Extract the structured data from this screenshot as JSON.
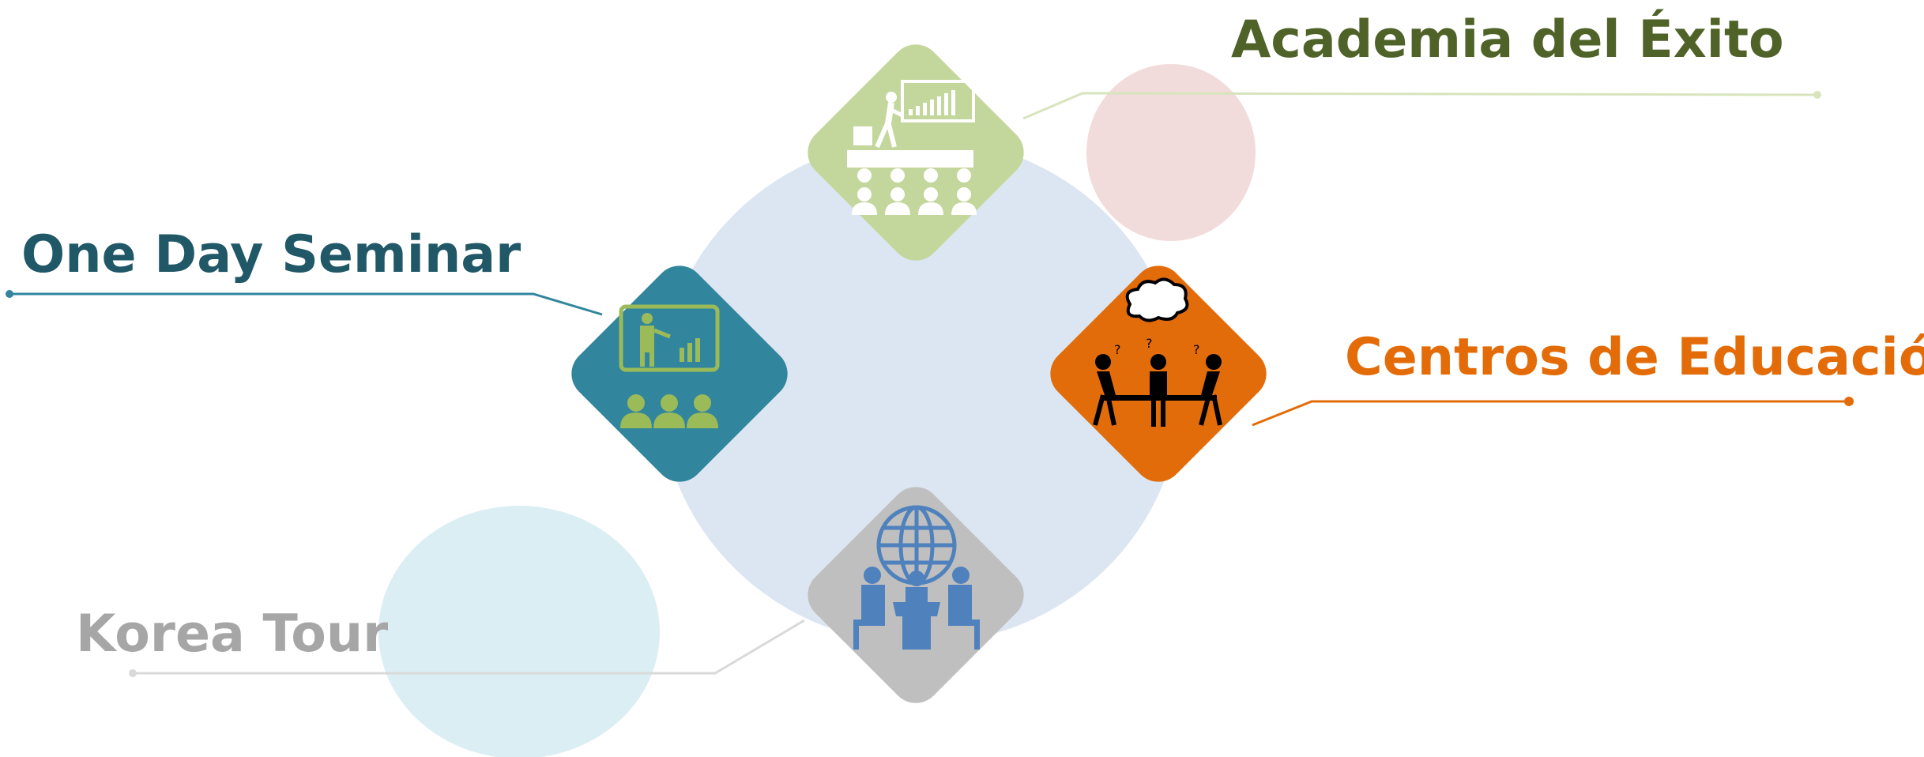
{
  "labels": {
    "academia": "Academia del Éxito",
    "seminar": "One Day Seminar",
    "centros": "Centros de Educación",
    "korea": "Korea Tour"
  },
  "colors": {
    "academia": "#4f6228",
    "seminar": "#215868",
    "centros": "#e36c09",
    "korea": "#a6a6a6",
    "diamond_top": "#c3d69b",
    "diamond_left": "#31859c",
    "diamond_right": "#e36c0a",
    "diamond_bottom": "#bfbfbf",
    "center_circle": "#dce6f2",
    "pink_circle": "#f2dcdb",
    "blue_circle": "#dbeef4"
  },
  "icons": {
    "top": "seminar-presentation-icon",
    "left": "teacher-presentation-icon",
    "right": "group-discussion-icon",
    "bottom": "global-meeting-icon"
  }
}
